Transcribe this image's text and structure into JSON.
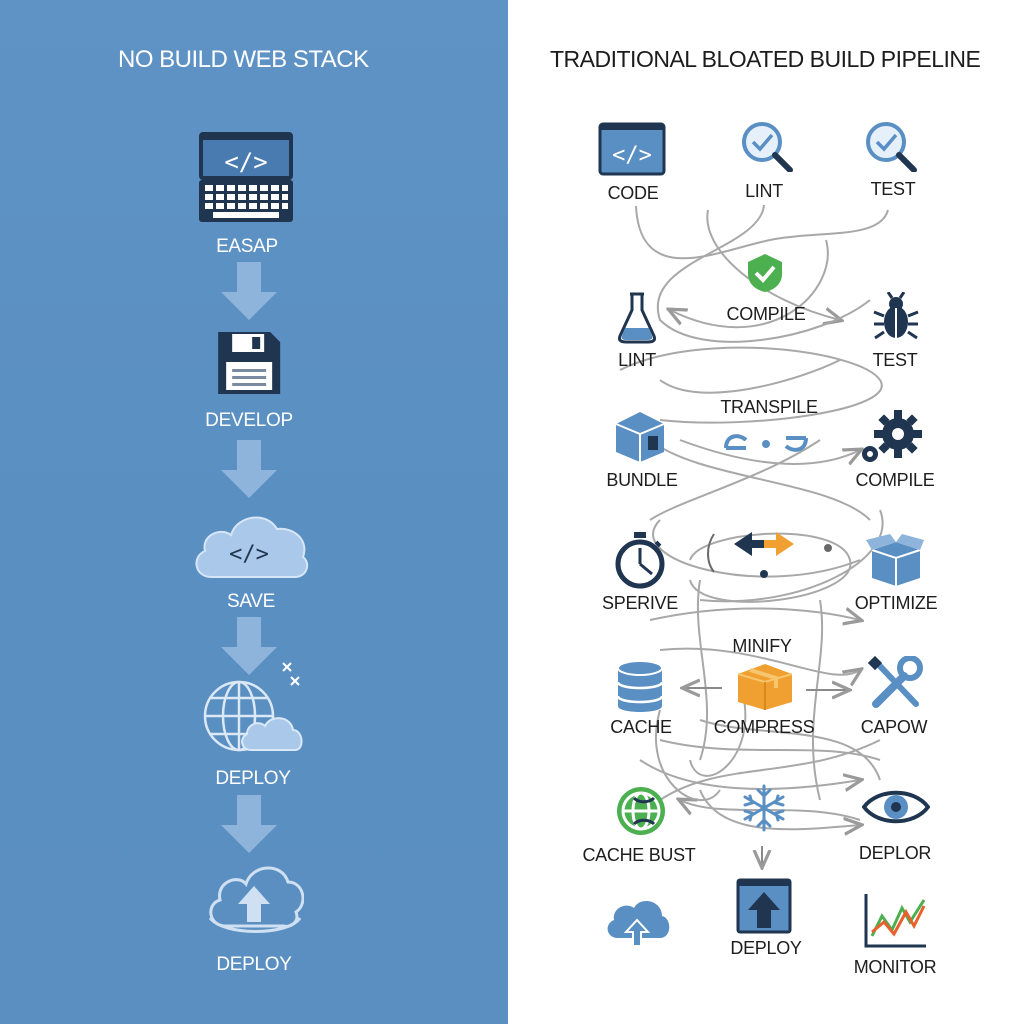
{
  "left": {
    "title": "NO BUILD WEB STACK",
    "steps": [
      {
        "label": "EASAP",
        "icon": "code-keyboard-icon"
      },
      {
        "label": "DEVELOP",
        "icon": "floppy-disk-icon"
      },
      {
        "label": "SAVE",
        "icon": "code-cloud-icon"
      },
      {
        "label": "DEPLOY",
        "icon": "globe-cloud-icon"
      },
      {
        "label": "DEPLOY",
        "icon": "cloud-upload-icon"
      }
    ],
    "colors": {
      "background": "#5b8fc2",
      "arrow": "#8fb4dc",
      "icon_dark": "#1f3550"
    }
  },
  "right": {
    "title": "TRADITIONAL BLOATED BUILD PIPELINE",
    "nodes": [
      {
        "label": "CODE",
        "icon": "code-window-icon"
      },
      {
        "label": "LINT",
        "icon": "magnifier-check-icon"
      },
      {
        "label": "TEST",
        "icon": "magnifier-check-icon"
      },
      {
        "label": "COMPILE",
        "icon": "shield-check-icon"
      },
      {
        "label": "LINT",
        "icon": "flask-icon"
      },
      {
        "label": "TEST",
        "icon": "bug-icon"
      },
      {
        "label": "TRANSPILE",
        "icon": "swap-arrows-icon"
      },
      {
        "label": "BUNDLE",
        "icon": "box-icon"
      },
      {
        "label": "COMPILE",
        "icon": "gears-icon"
      },
      {
        "label": "SPERIVE",
        "icon": "stopwatch-icon"
      },
      {
        "label": "OPTIMIZE",
        "icon": "open-box-icon"
      },
      {
        "label": "MINIFY",
        "icon": "left-right-arrows-icon"
      },
      {
        "label": "CACHE",
        "icon": "database-icon"
      },
      {
        "label": "COMPRESS",
        "icon": "package-icon"
      },
      {
        "label": "CAPOW",
        "icon": "wrench-screwdriver-icon"
      },
      {
        "label": "CACHE BUST",
        "icon": "green-globe-icon"
      },
      {
        "label": "DEPLOR",
        "icon": "eye-icon"
      },
      {
        "label": "DEPLOY",
        "icon": "upload-window-icon"
      },
      {
        "label": "MONITOR",
        "icon": "line-chart-icon"
      }
    ],
    "colors": {
      "line": "#a8a8a8",
      "icon_blue": "#5a8fc4",
      "icon_dark": "#1f3550",
      "orange": "#f0a030",
      "green": "#4caf50"
    }
  }
}
